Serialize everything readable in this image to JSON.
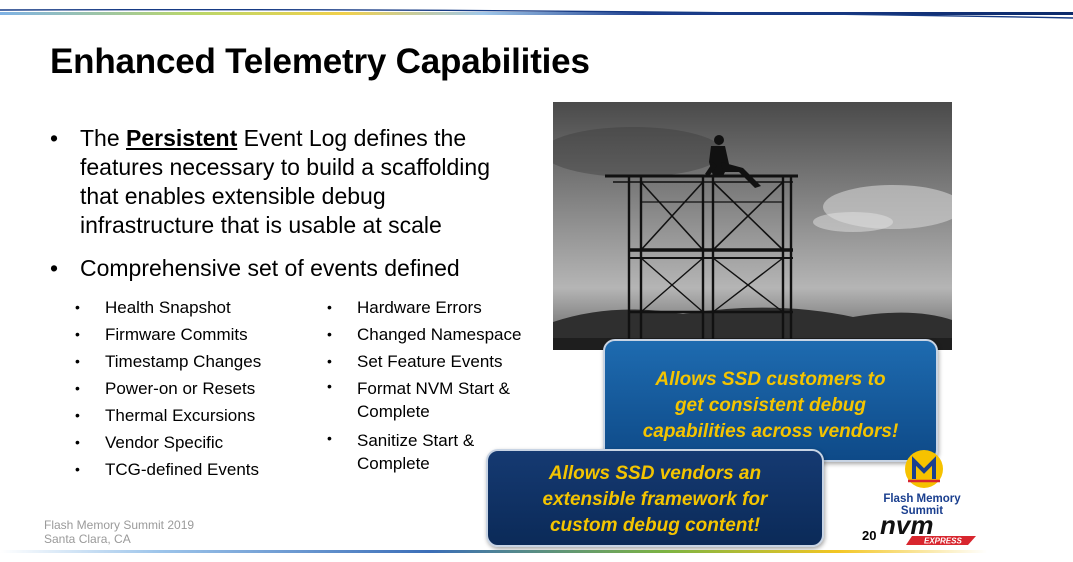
{
  "slide": {
    "title": "Enhanced Telemetry Capabilities",
    "bullet_glyph": "•",
    "bullet1": {
      "prefix": "The ",
      "emphasis": "Persistent",
      "rest_line1": " Event Log defines the",
      "line2": "features necessary to build a scaffolding",
      "line3": "that enables extensible debug",
      "line4": "infrastructure that is usable at scale"
    },
    "bullet2": "Comprehensive set of events defined",
    "events_left": [
      "Health Snapshot",
      "Firmware Commits",
      "Timestamp Changes",
      "Power-on or Resets",
      "Thermal Excursions",
      "Vendor Specific",
      "TCG-defined Events"
    ],
    "events_right": [
      {
        "line1": "Hardware Errors"
      },
      {
        "line1": "Changed Namespace"
      },
      {
        "line1": "Set Feature Events"
      },
      {
        "line1": "Format NVM Start &",
        "line2": "Complete"
      },
      {
        "line1": "Sanitize Start &",
        "line2": "Complete"
      }
    ],
    "callout_customers": [
      "Allows SSD customers to",
      "get consistent debug",
      "capabilities across vendors!"
    ],
    "callout_vendors": [
      "Allows SSD vendors an",
      "extensible framework for",
      "custom debug content!"
    ],
    "footer": [
      "Flash Memory Summit 2019",
      "Santa Clara, CA"
    ],
    "page_number": "20",
    "logos": {
      "fms_text": "Flash Memory Summit",
      "nvme_text": "nvm",
      "nvme_express": "EXPRESS"
    }
  },
  "colors": {
    "callout_text": "#f4c400",
    "callout_customers_bg": "#1e6bb0",
    "callout_vendors_bg": "#153a72",
    "nvme_red": "#d8262e",
    "fms_blue": "#1a3f8f"
  }
}
